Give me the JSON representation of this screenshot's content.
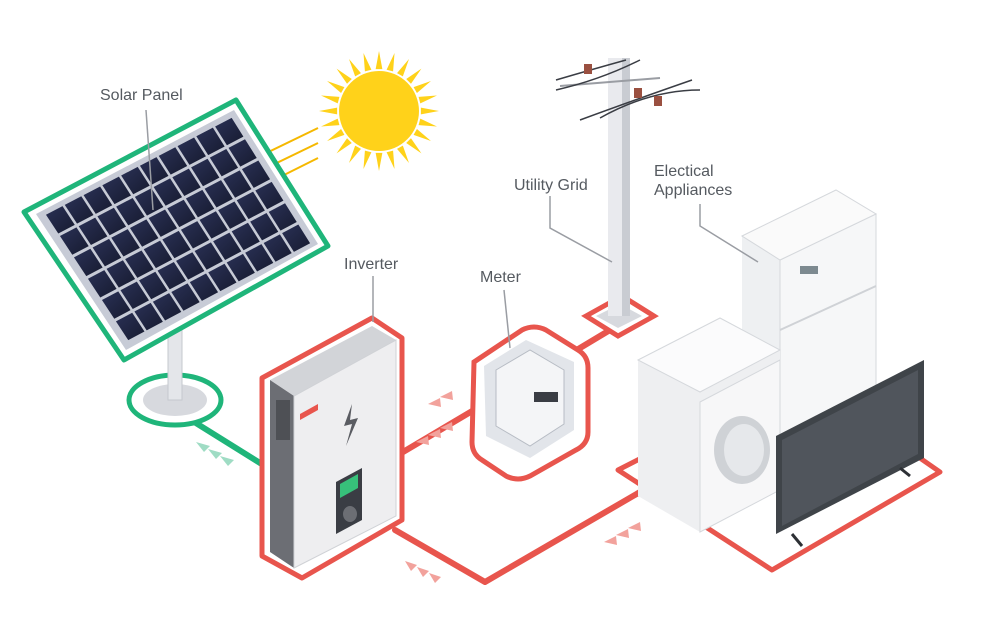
{
  "labels": {
    "solar_panel": "Solar Panel",
    "inverter": "Inverter",
    "meter": "Meter",
    "utility_grid": "Utility Grid",
    "appliances_line1": "Electical",
    "appliances_line2": "Appliances"
  },
  "colors": {
    "dc_wire": "#1fb57a",
    "ac_wire": "#e8554d",
    "dc_arrow": "#9fdcc4",
    "ac_arrow": "#f2a29c",
    "sun": "#ffd21a",
    "panel_cell": "#1e2440",
    "panel_frame": "#c7cbd6",
    "inverter_body": "#eeeef0",
    "inverter_side": "#6c6e74",
    "tv_screen": "#50555c",
    "text": "#555a60",
    "leader_line": "#9a9da3"
  },
  "icons": [
    "sun-icon",
    "lightning-bolt-icon",
    "flow-arrow-icon"
  ]
}
